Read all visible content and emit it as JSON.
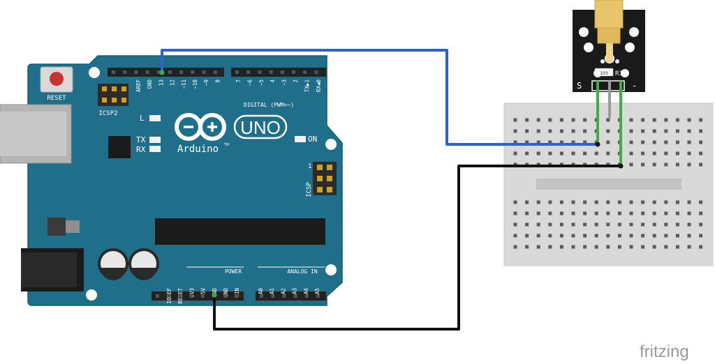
{
  "arduino": {
    "reset_label": "RESET",
    "icsp2_label": "ICSP2",
    "icsp_label": "ICSP",
    "icsp_pin1": "1",
    "l_label": "L",
    "tx_label": "TX",
    "rx_label": "RX",
    "on_label": "ON",
    "uno_label": "UNO",
    "brand": "Arduino",
    "tm": "TM",
    "digital_label": "DIGITAL (PWM=~)",
    "power_label": "POWER",
    "analog_label": "ANALOG IN",
    "top_pins": [
      "AREF",
      "GND",
      "13",
      "12",
      "~11",
      "~10",
      "~9",
      "8",
      "7",
      "~6",
      "~5",
      "4",
      "~3",
      "2",
      "TX▶1",
      "RX◀0"
    ],
    "power_pins": [
      "IOREF",
      "RESET",
      "3V3",
      "5V",
      "GND",
      "GND",
      "VIN"
    ],
    "analog_pins": [
      "A0",
      "A1",
      "A2",
      "A3",
      "A4",
      "A5"
    ],
    "board_color": "#1f6f8b"
  },
  "module": {
    "s_label": "S",
    "minus_label": "-",
    "r1_label": "R1",
    "resistor_code": "103",
    "board_color": "#1a1a1a",
    "laser_color": "#e8c46a"
  },
  "wires": {
    "signal_color": "#2d64c8",
    "ground_color": "#111111",
    "lead_green": "#3fae49",
    "lead_gray": "#9b9b9b"
  },
  "watermark": "fritzing"
}
